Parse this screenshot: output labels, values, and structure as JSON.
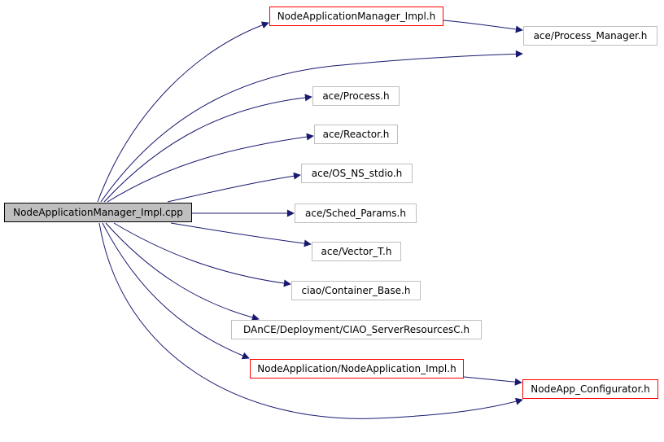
{
  "colors": {
    "edge": "#191970",
    "root_fill": "#bfbfbf",
    "root_border": "#000000",
    "linked_border": "#ff0000",
    "plain_border": "#bfbfbf"
  },
  "nodes": {
    "root": "NodeApplicationManager_Impl.cpp",
    "nam_impl_h": "NodeApplicationManager_Impl.h",
    "process_manager": "ace/Process_Manager.h",
    "process": "ace/Process.h",
    "reactor": "ace/Reactor.h",
    "os_ns_stdio": "ace/OS_NS_stdio.h",
    "sched_params": "ace/Sched_Params.h",
    "vector_t": "ace/Vector_T.h",
    "container_base": "ciao/Container_Base.h",
    "server_resources": "DAnCE/Deployment/CIAO_ServerResourcesC.h",
    "nodeapp_impl": "NodeApplication/NodeApplication_Impl.h",
    "configurator": "NodeApp_Configurator.h"
  }
}
